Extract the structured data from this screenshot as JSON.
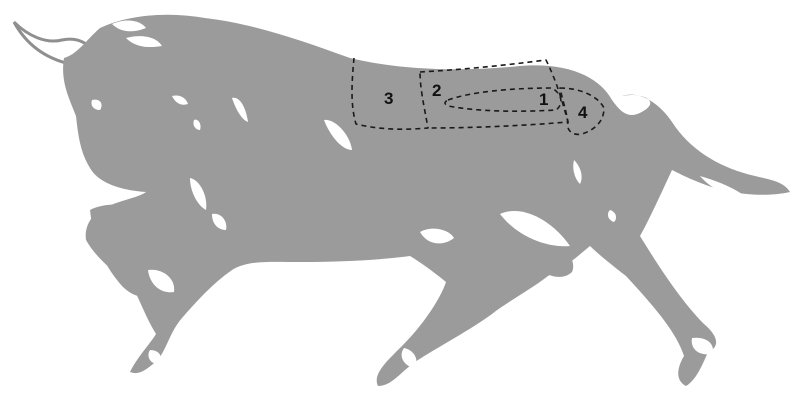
{
  "diagram": {
    "colors": {
      "silhouette": "#9b9b9b",
      "markings": "#ffffff",
      "cut_lines": "#1a1a1a"
    },
    "cuts": [
      {
        "id": "1",
        "label": "1"
      },
      {
        "id": "2",
        "label": "2"
      },
      {
        "id": "3",
        "label": "3"
      },
      {
        "id": "4",
        "label": "4"
      }
    ]
  }
}
